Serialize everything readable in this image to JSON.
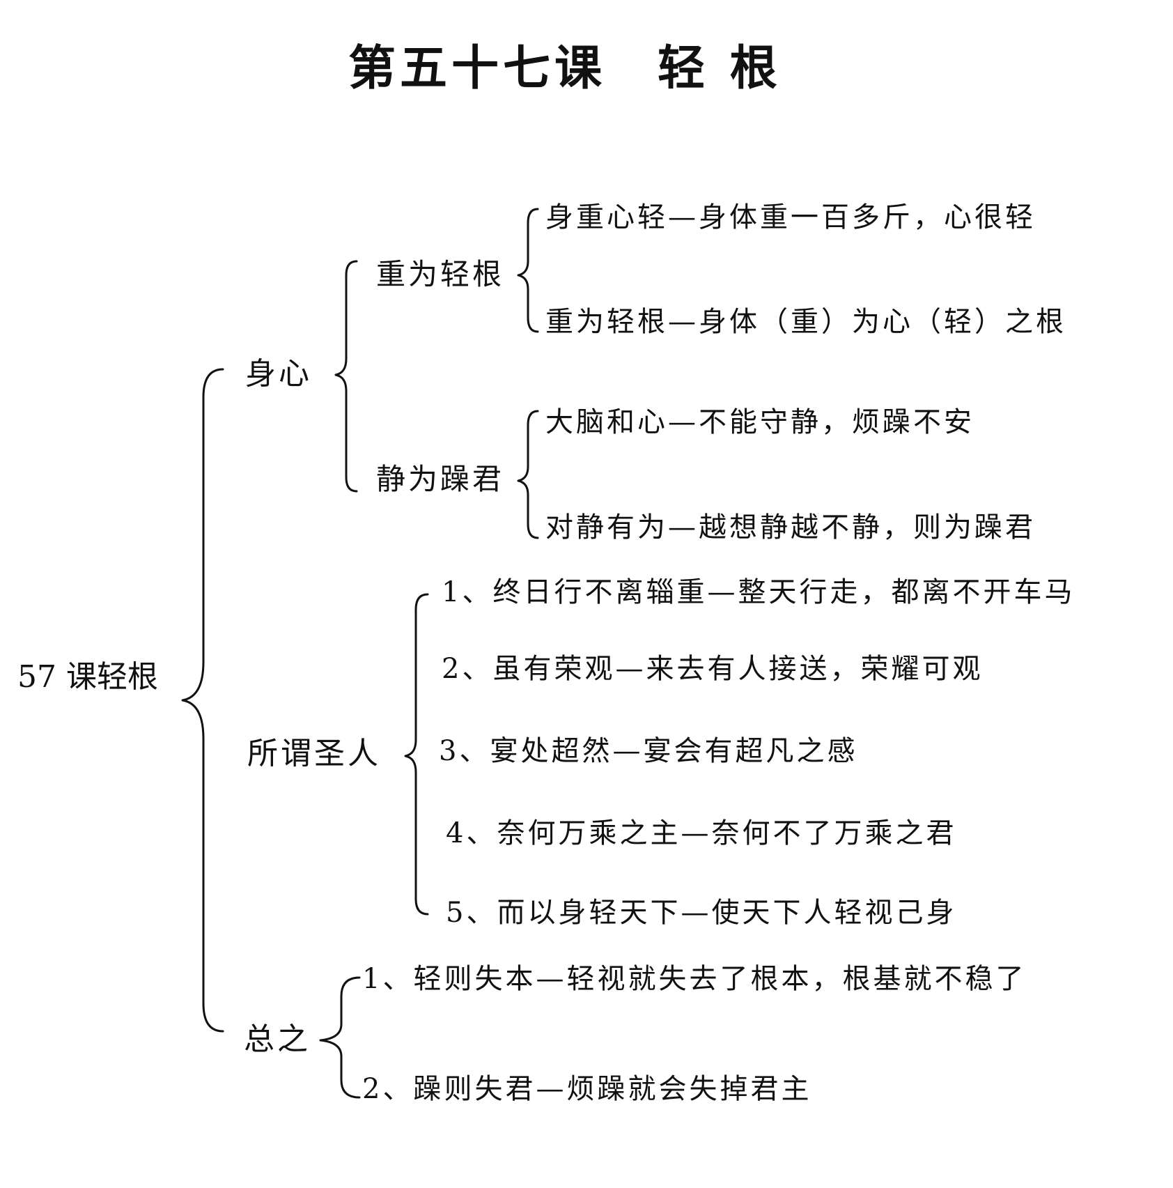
{
  "title": "第五十七课　轻 根",
  "root": "57 课轻根",
  "branches": {
    "shenxin": {
      "label": "身心",
      "sub": {
        "zhong": {
          "label": "重为轻根",
          "items": [
            "身重心轻—身体重一百多斤，心很轻",
            "重为轻根—身体（重）为心（轻）之根"
          ]
        },
        "jing": {
          "label": "静为躁君",
          "items": [
            "大脑和心—不能守静，烦躁不安",
            "对静有为—越想静越不静，则为躁君"
          ]
        }
      }
    },
    "shengren": {
      "label": "所谓圣人",
      "items": [
        "1、终日行不离辎重—整天行走，都离不开车马",
        "2、虽有荣观—来去有人接送，荣耀可观",
        "3、宴处超然—宴会有超凡之感",
        "4、奈何万乘之主—奈何不了万乘之君",
        "5、而以身轻天下—使天下人轻视己身"
      ]
    },
    "zongzhi": {
      "label": "总之",
      "items": [
        "1、轻则失本—轻视就失去了根本，根基就不稳了",
        "2、躁则失君—烦躁就会失掉君主"
      ]
    }
  }
}
